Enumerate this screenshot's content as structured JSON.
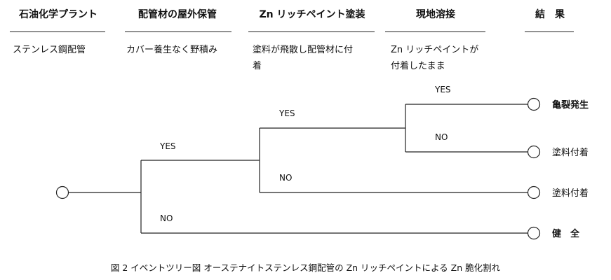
{
  "columns": [
    {
      "header": "石油化学プラント",
      "condition": "ステンレス鋼配管"
    },
    {
      "header": "配管材の屋外保管",
      "condition": "カバー養生なく野積み"
    },
    {
      "header": "Zn リッチペイント塗装",
      "condition_lines": [
        "塗料が飛散し配管材に付",
        "着"
      ]
    },
    {
      "header": "現地溶接",
      "condition_lines": [
        "Zn リッチペイントが",
        "付着したまま"
      ]
    },
    {
      "header": "結　果"
    }
  ],
  "branches": {
    "storage_yes": "YES",
    "storage_no": "NO",
    "paint_yes": "YES",
    "paint_no": "NO",
    "weld_yes": "YES",
    "weld_no": "NO"
  },
  "outcomes": [
    "亀裂発生",
    "塗料付着",
    "塗料付着",
    "健　全"
  ],
  "caption": "図 2  イベントツリー図  オーステナイトステンレス鋼配管の Zn リッチペイントによる Zn 脆化割れ"
}
